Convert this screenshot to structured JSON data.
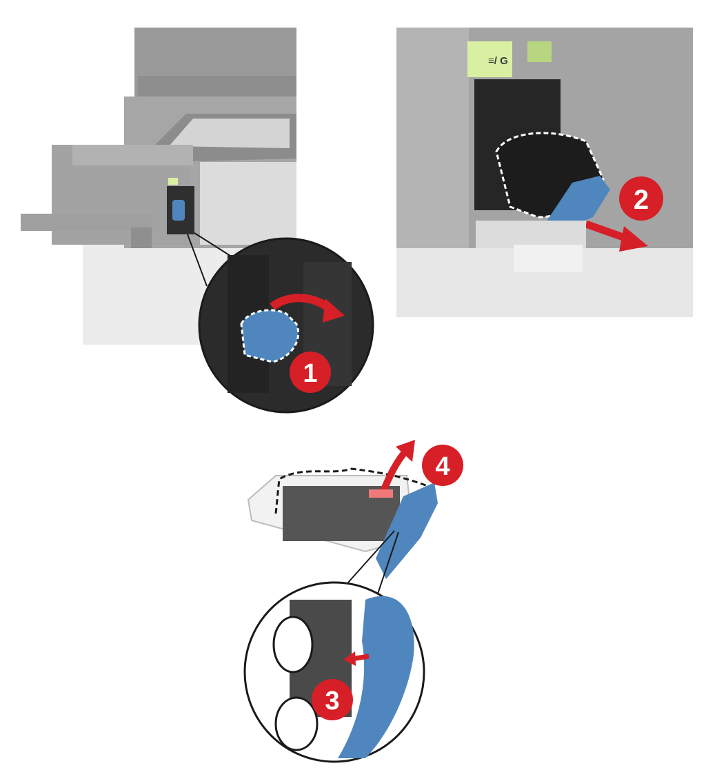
{
  "steps": [
    {
      "number": "1"
    },
    {
      "number": "2"
    },
    {
      "number": "3"
    },
    {
      "number": "4"
    }
  ],
  "panel_2": {
    "bay_label": "≡/ G"
  },
  "colors": {
    "accent_red": "#d61f26",
    "part_blue": "#4f86bd",
    "printer_gray": "#9c9c9c",
    "label_green": "#d9f0a3"
  }
}
